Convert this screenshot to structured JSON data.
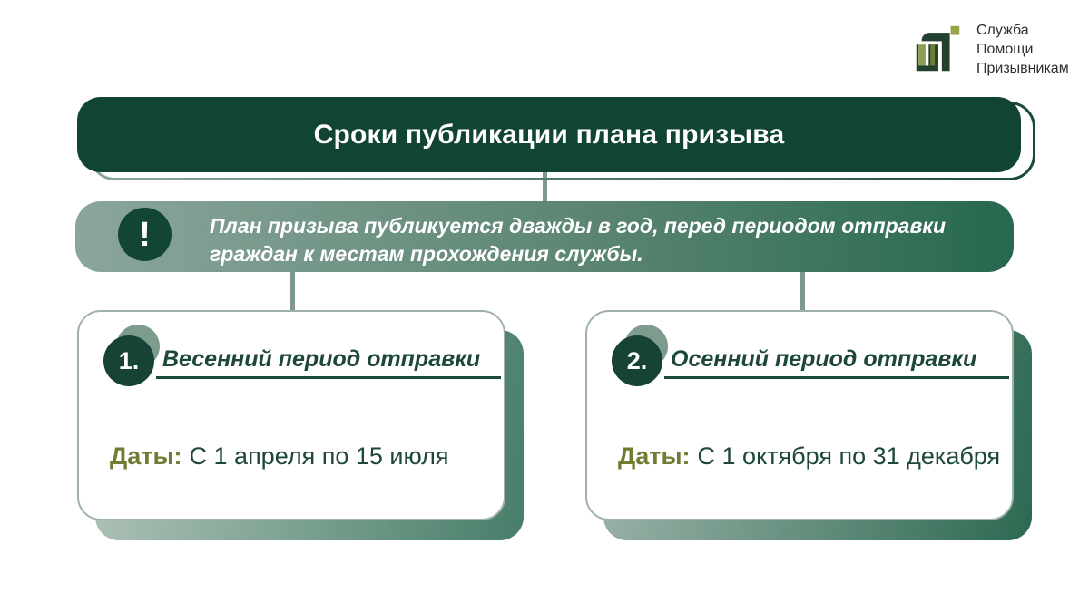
{
  "logo": {
    "lines": [
      "Служба",
      "Помощи",
      "Призывникам"
    ]
  },
  "header": {
    "title": "Сроки публикации плана призыва"
  },
  "note": {
    "icon": "!",
    "text": "План призыва публикуется дважды в год, перед периодом отправки граждан к местам прохождения службы."
  },
  "cards": [
    {
      "number": "1.",
      "title": "Весенний период отправки",
      "dates_label": "Даты:",
      "dates_value": "С 1 апреля по 15 июля"
    },
    {
      "number": "2.",
      "title": "Осенний период отправки",
      "dates_label": "Даты:",
      "dates_value": "С 1 октября по 31 декабря"
    }
  ],
  "colors": {
    "header_green": "#114434",
    "sage": "#8ba69c",
    "gradient_dark": "#26684f",
    "olive": "#6f7d33",
    "text_dark": "#1d473a",
    "logo_olive": "#97a24b"
  }
}
